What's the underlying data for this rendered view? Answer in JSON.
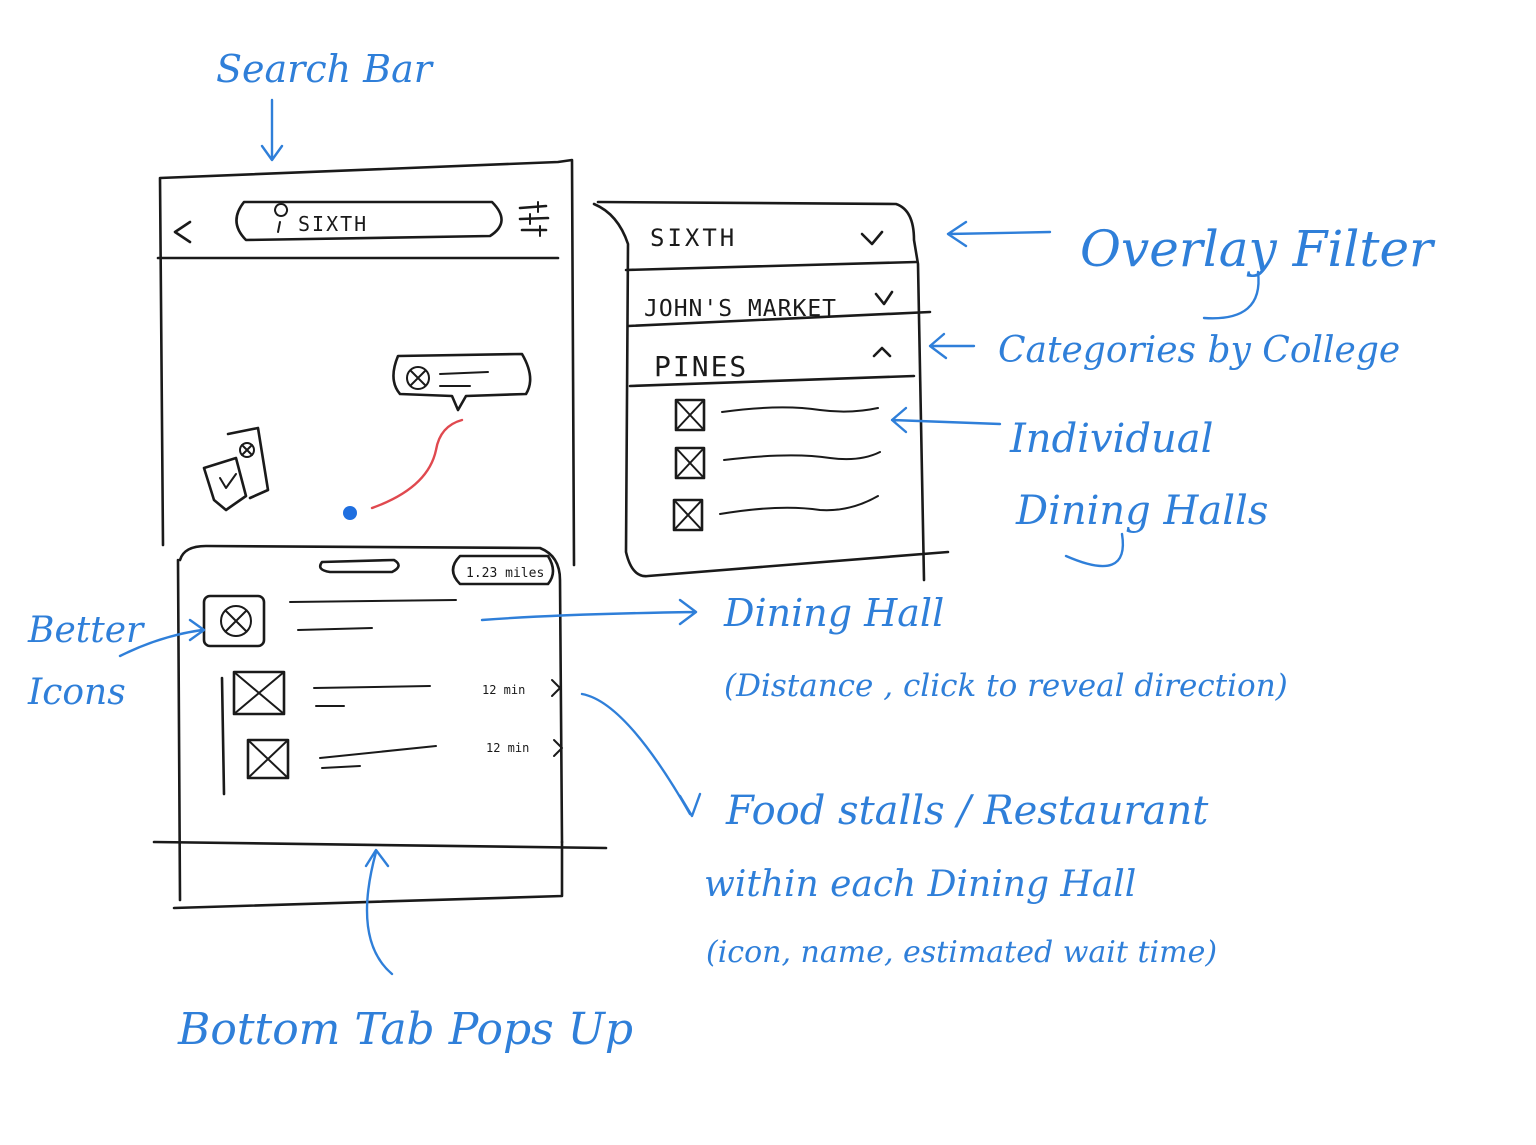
{
  "phone": {
    "search_value": "SIXTH",
    "back_icon": "chevron-left-icon",
    "filter_icon": "sliders-icon",
    "pin_icon": "map-pin-icon",
    "distance_badge": "1.23 miles",
    "stalls": [
      {
        "wait": "12 min"
      },
      {
        "wait": "12 min"
      }
    ]
  },
  "overlay": {
    "college_selected": "SIXTH",
    "categories": [
      {
        "label": "JOHN'S MARKET",
        "state": "collapsed"
      },
      {
        "label": "PINES",
        "state": "expanded"
      }
    ]
  },
  "annotations": {
    "search_bar": "Search Bar",
    "overlay_filter": "Overlay Filter",
    "categories_by_college": "Categories by College",
    "individual_line1": "Individual",
    "individual_line2": "Dining Halls",
    "better_line1": "Better",
    "better_line2": "Icons",
    "dining_hall": "Dining Hall",
    "dining_hall_note": "(Distance , click to reveal direction)",
    "food_line1": "Food stalls / Restaurant",
    "food_line2": "within each Dining Hall",
    "food_line3": "(icon, name, estimated wait time)",
    "bottom_tab": "Bottom Tab Pops Up"
  },
  "colors": {
    "ink": "#1a1a1a",
    "annotation": "#2f7fd9",
    "route": "#e0494f",
    "location_dot": "#1f6fe0"
  }
}
